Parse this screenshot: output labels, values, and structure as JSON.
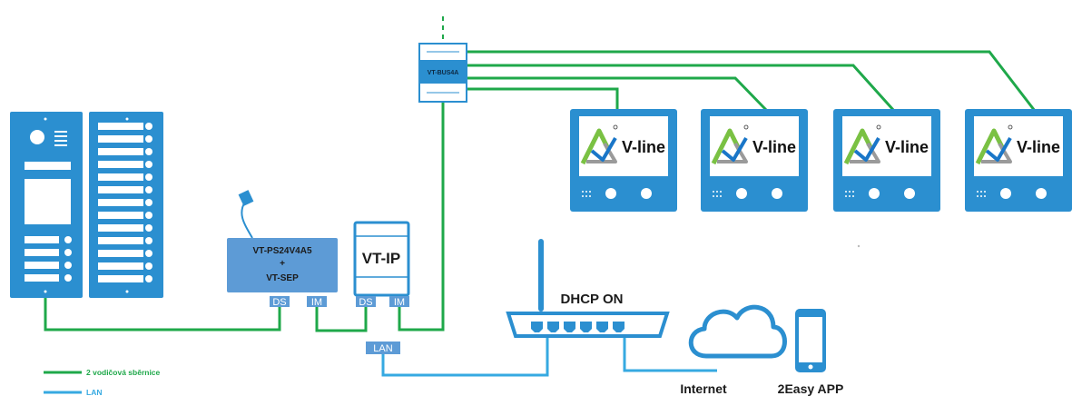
{
  "devices": {
    "bus_splitter": "VT-BUS4A",
    "power_supply": {
      "line1": "VT-PS24V4A5",
      "line2": "+",
      "line3": "VT-SEP"
    },
    "ip_module": "VT-IP",
    "router": "DHCP ON"
  },
  "ports": {
    "ps_ds": "DS",
    "ps_im": "IM",
    "ip_ds": "DS",
    "ip_im": "IM",
    "lan": "LAN"
  },
  "monitors": [
    {
      "brand": "V-line"
    },
    {
      "brand": "V-line"
    },
    {
      "brand": "V-line"
    },
    {
      "brand": "V-line"
    }
  ],
  "cloud_label": "Internet",
  "phone_label": "2Easy APP",
  "legend": [
    {
      "label": "2 vodičová sběrnice",
      "color": "#1fa84a"
    },
    {
      "label": "LAN",
      "color": "#36a9e1"
    }
  ],
  "colors": {
    "device_blue": "#2b8fd0",
    "device_light": "#5d9bd6",
    "bus_green": "#1fa84a",
    "lan_blue": "#36a9e1",
    "logo_green": "#7ac143",
    "logo_blue": "#1976c8",
    "logo_gray": "#9a9a9a"
  }
}
